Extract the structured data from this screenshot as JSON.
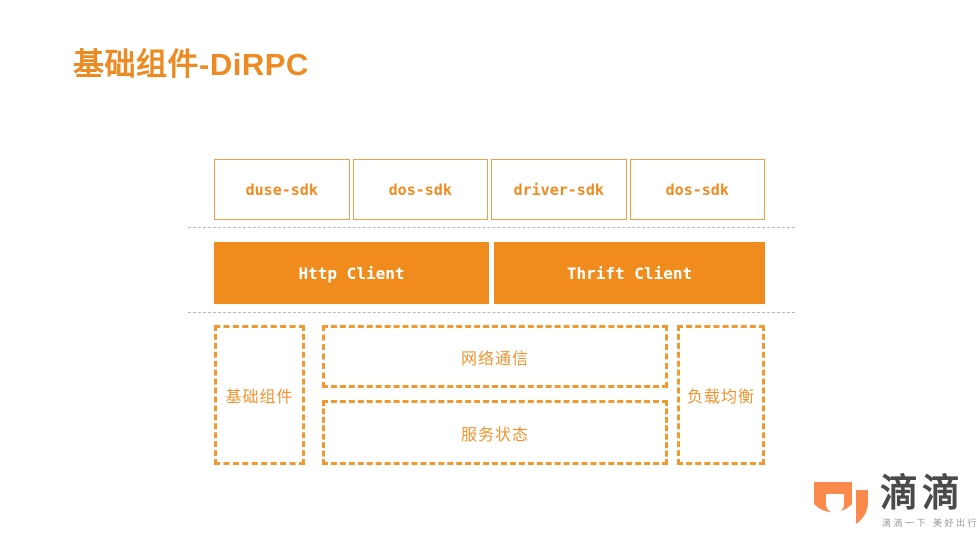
{
  "slide": {
    "title": "基础组件-DiRPC",
    "title_color": "#ED8B22",
    "background": "#ffffff"
  },
  "diagram": {
    "sdk_row": {
      "boxes": [
        {
          "label": "duse-sdk"
        },
        {
          "label": "dos-sdk"
        },
        {
          "label": "driver-sdk"
        },
        {
          "label": "dos-sdk"
        }
      ],
      "border_color": "#F0A04B",
      "text_color": "#EE8B21"
    },
    "client_row": {
      "boxes": [
        {
          "label": "Http Client"
        },
        {
          "label": "Thrift Client"
        }
      ],
      "fill_color": "#F08C1E",
      "text_color": "#ffffff"
    },
    "component_row": {
      "boxes": [
        {
          "label": "基础组件"
        },
        {
          "label": "网络通信"
        },
        {
          "label": "服务状态"
        },
        {
          "label": "负载均衡"
        }
      ],
      "border_color": "#F0992E",
      "text_color": "#F09431"
    },
    "separator_color": "#b9b9b9"
  },
  "logo": {
    "wordmark": "滴滴",
    "tagline": "滴滴一下 美好出行",
    "mark_color": "#F98A4C",
    "wordmark_color": "#4a4a4a",
    "tagline_color": "#9a9a9a"
  }
}
